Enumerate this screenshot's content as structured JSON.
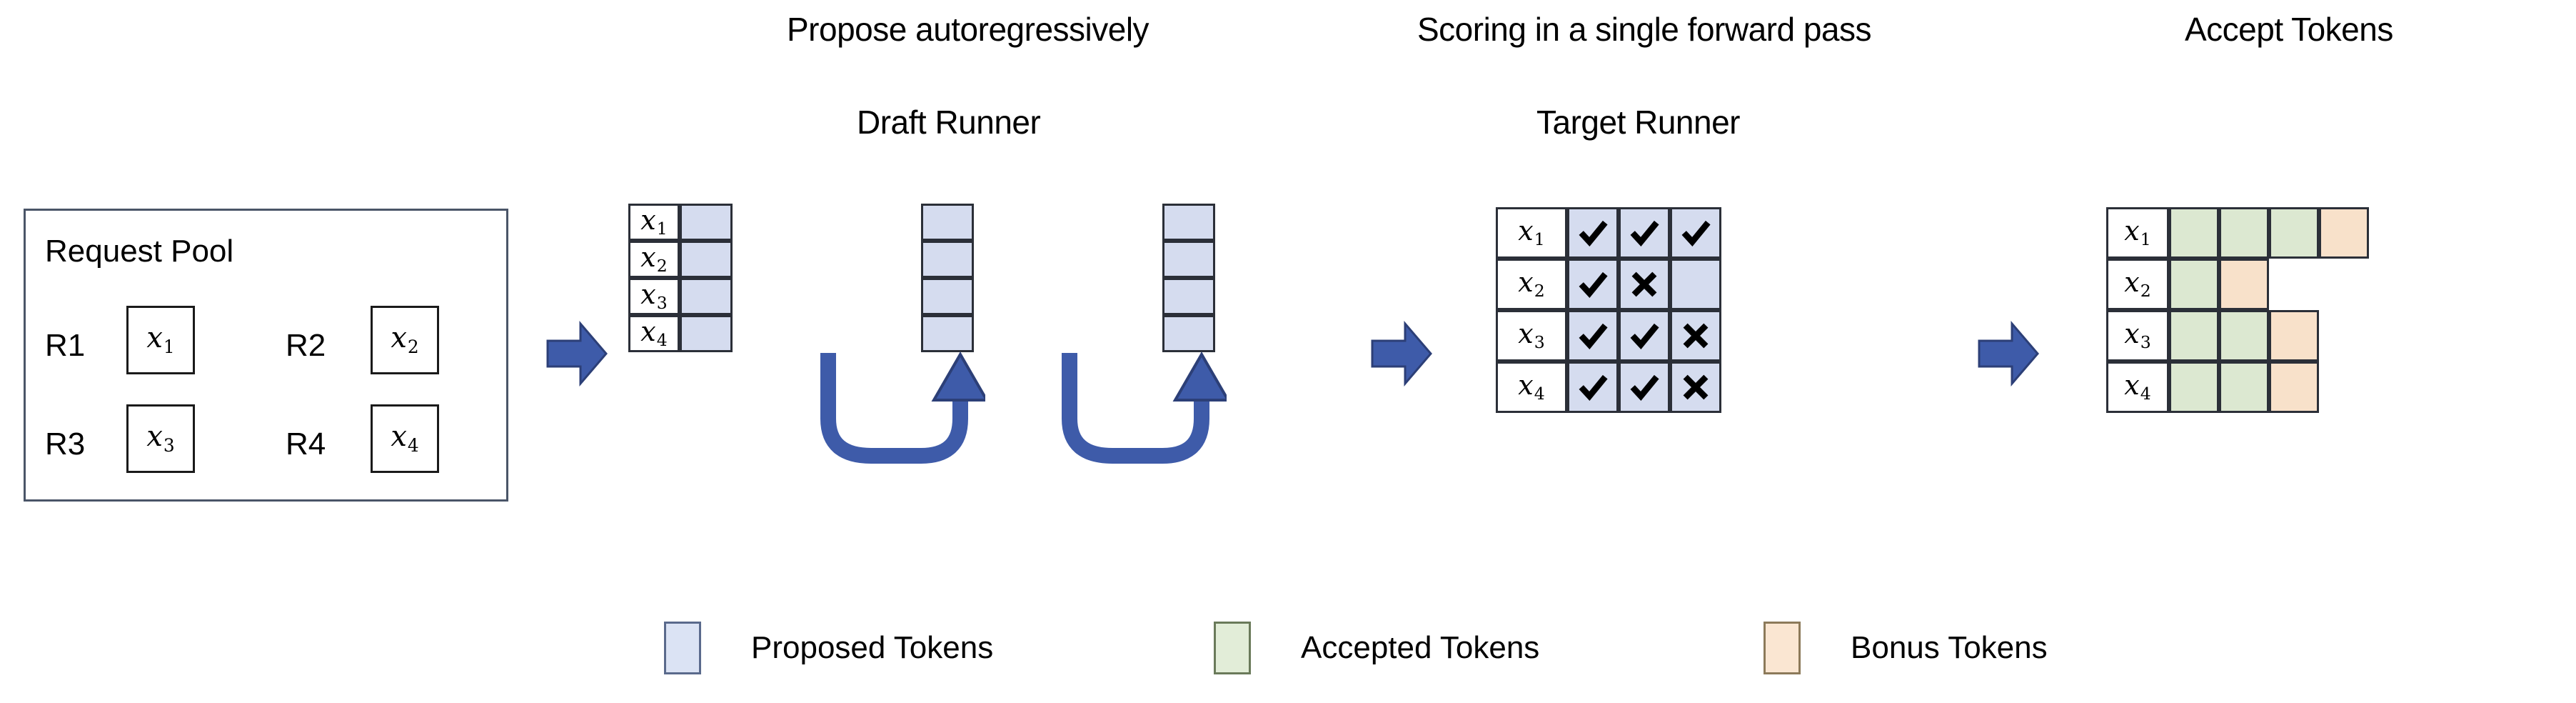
{
  "headings": {
    "propose": "Propose autoregressively",
    "scoring": "Scoring in a single forward pass",
    "accept": "Accept Tokens",
    "draft_runner": "Draft Runner",
    "target_runner": "Target Runner"
  },
  "request_pool": {
    "title": "Request Pool",
    "requests": [
      {
        "label": "R1",
        "token": "x",
        "sub": "1"
      },
      {
        "label": "R2",
        "token": "x",
        "sub": "2"
      },
      {
        "label": "R3",
        "token": "x",
        "sub": "3"
      },
      {
        "label": "R4",
        "token": "x",
        "sub": "4"
      }
    ]
  },
  "draft_runner": {
    "row_labels": [
      {
        "token": "x",
        "sub": "1"
      },
      {
        "token": "x",
        "sub": "2"
      },
      {
        "token": "x",
        "sub": "3"
      },
      {
        "token": "x",
        "sub": "4"
      }
    ],
    "steps": 3,
    "cell_state": "proposed"
  },
  "target_runner": {
    "row_labels": [
      {
        "token": "x",
        "sub": "1"
      },
      {
        "token": "x",
        "sub": "2"
      },
      {
        "token": "x",
        "sub": "3"
      },
      {
        "token": "x",
        "sub": "4"
      }
    ],
    "marks": [
      [
        "check",
        "check",
        "check"
      ],
      [
        "check",
        "cross",
        "none"
      ],
      [
        "check",
        "check",
        "cross"
      ],
      [
        "check",
        "check",
        "cross"
      ]
    ]
  },
  "accept_tokens": {
    "row_labels": [
      {
        "token": "x",
        "sub": "1"
      },
      {
        "token": "x",
        "sub": "2"
      },
      {
        "token": "x",
        "sub": "3"
      },
      {
        "token": "x",
        "sub": "4"
      }
    ],
    "rows": [
      [
        "accepted",
        "accepted",
        "accepted",
        "bonus"
      ],
      [
        "accepted",
        "bonus"
      ],
      [
        "accepted",
        "accepted",
        "bonus"
      ],
      [
        "accepted",
        "accepted",
        "bonus"
      ]
    ]
  },
  "legend": {
    "items": [
      {
        "label": "Proposed Tokens",
        "swatch": "proposed",
        "color": "#dbe3f4"
      },
      {
        "label": "Accepted Tokens",
        "swatch": "accepted",
        "color": "#e2edd8"
      },
      {
        "label": "Bonus Tokens",
        "swatch": "bonus",
        "color": "#fae6d2"
      }
    ]
  },
  "icons": {
    "check": "check-icon",
    "cross": "cross-icon",
    "block_arrow": "right-block-arrow-icon",
    "loop_arrow": "u-turn-arrow-icon"
  },
  "colors": {
    "proposed": "#d5dcef",
    "accepted": "#dce8d1",
    "bonus": "#f8e1ca",
    "arrow_blue": "#3e5ba9",
    "border": "#2b2f38",
    "pool_border": "#4a5568"
  }
}
